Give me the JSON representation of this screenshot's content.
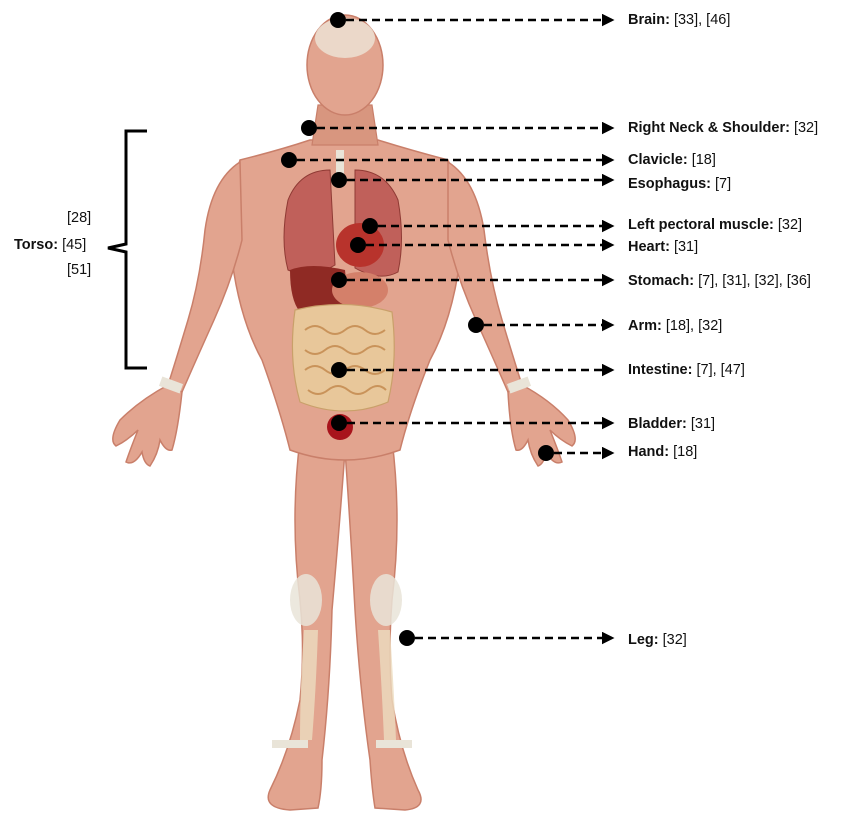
{
  "colors": {
    "skin": "#e2a48f",
    "skin_shadow": "#c97f6a",
    "tendon": "#e9e4d8",
    "lung": "#c0605a",
    "heart": "#b8332c",
    "liver": "#8f2a24",
    "stomach": "#d4806a",
    "intestine": "#e8c79a",
    "bladder": "#a8141c",
    "ink": "#000000"
  },
  "labels": [
    {
      "name": "Brain",
      "refs": "[33], [46]"
    },
    {
      "name": "Right Neck & Shoulder",
      "refs": "[32]"
    },
    {
      "name": "Clavicle",
      "refs": "[18]"
    },
    {
      "name": "Esophagus",
      "refs": "[7]"
    },
    {
      "name": "Left pectoral muscle",
      "refs": "[32]"
    },
    {
      "name": "Heart",
      "refs": "[31]"
    },
    {
      "name": "Stomach",
      "refs": "[7], [31], [32], [36]"
    },
    {
      "name": "Arm",
      "refs": "[18], [32]"
    },
    {
      "name": "Intestine",
      "refs": "[7], [47]"
    },
    {
      "name": "Bladder",
      "refs": "[31]"
    },
    {
      "name": "Hand",
      "refs": "[18]"
    },
    {
      "name": "Leg",
      "refs": "[32]"
    }
  ],
  "torso": {
    "name": "Torso",
    "refs_top": "[28]",
    "refs_mid": "[45]",
    "refs_bottom": "[51]"
  }
}
